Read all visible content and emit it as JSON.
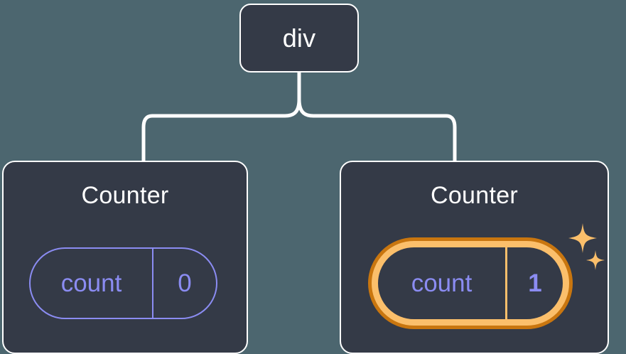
{
  "diagram": {
    "type": "component-tree",
    "background_color": "#4c666f",
    "node_fill_color": "#343a47",
    "node_border_color": "#ffffff",
    "accent_state_color": "#8b8cf2",
    "highlight_inner_color": "#fbbf6b",
    "highlight_outer_color": "#c9760f",
    "root": {
      "label": "div"
    },
    "children": [
      {
        "title": "Counter",
        "state": {
          "key": "count",
          "value": "0",
          "highlighted": false
        }
      },
      {
        "title": "Counter",
        "state": {
          "key": "count",
          "value": "1",
          "highlighted": true
        },
        "decoration": "sparkles-icon"
      }
    ]
  }
}
